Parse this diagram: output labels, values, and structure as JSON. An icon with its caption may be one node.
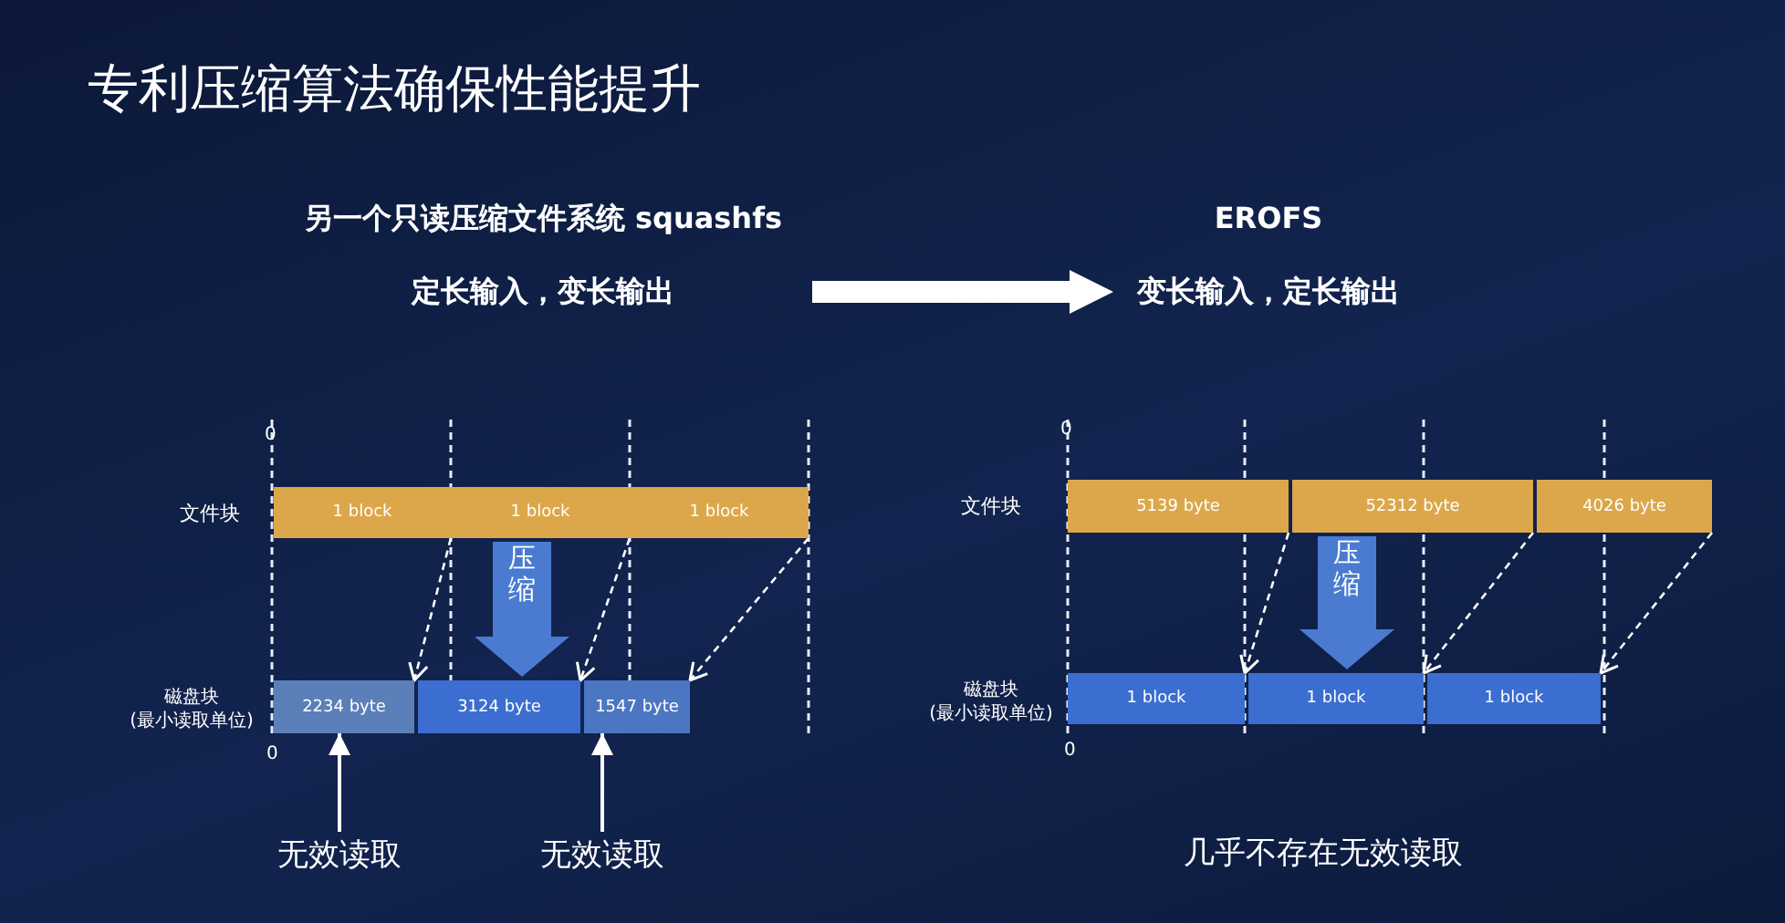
{
  "diagram": {
    "title": "专利压缩算法确保性能提升",
    "nodes": [
      {
        "text": [
          "另一个只读压缩文件系统 squashfs",
          "定长输入，变长输出"
        ]
      },
      {
        "text": [
          "EROFS",
          "变长输入，定长输出"
        ]
      },
      {
        "text": [
          "1 block"
        ]
      },
      {
        "text": [
          "1 block"
        ]
      },
      {
        "text": [
          "1 block"
        ]
      },
      {
        "text": [
          "2234 byte"
        ]
      },
      {
        "text": [
          "3124 byte"
        ]
      },
      {
        "text": [
          "1547 byte"
        ]
      },
      {
        "text": [
          "无效读取"
        ]
      },
      {
        "text": [
          "无效读取"
        ]
      },
      {
        "text": [
          "5139 byte"
        ]
      },
      {
        "text": [
          "52312 byte"
        ]
      },
      {
        "text": [
          "4026 byte"
        ]
      },
      {
        "text": [
          "1 block"
        ]
      },
      {
        "text": [
          "1 block"
        ]
      },
      {
        "text": [
          "1 block"
        ]
      }
    ],
    "edges": [
      {
        "from": 0,
        "to": 1,
        "arrow": "to",
        "style": "thick"
      },
      {
        "from": 2,
        "to": 5,
        "arrow": "to",
        "style": "dashed"
      },
      {
        "from": 3,
        "to": 6,
        "arrow": "to",
        "style": "dashed"
      },
      {
        "from": 4,
        "to": 7,
        "arrow": "to",
        "style": "dashed"
      },
      {
        "from": 8,
        "to": 5,
        "arrow": "to"
      },
      {
        "from": 9,
        "to": 7,
        "arrow": "to"
      },
      {
        "from": 10,
        "to": 13,
        "arrow": "to",
        "style": "dashed"
      },
      {
        "from": 11,
        "to": 14,
        "arrow": "to",
        "style": "dashed"
      },
      {
        "from": 12,
        "to": 15,
        "arrow": "to",
        "style": "dashed"
      },
      {
        "from": 3,
        "to": 6,
        "arrow": "to",
        "style": "thick",
        "color": "#4a7bd0",
        "label": "压缩"
      },
      {
        "from": 11,
        "to": 14,
        "arrow": "to",
        "style": "thick",
        "color": "#4a7bd0",
        "label": "压缩"
      }
    ],
    "labels": [
      "0",
      "0",
      "文件块",
      "文件块",
      "磁盘块(最小读取单位)",
      "磁盘块(最小读取单位)",
      "0",
      "0",
      "几乎不存在无效读取"
    ]
  }
}
